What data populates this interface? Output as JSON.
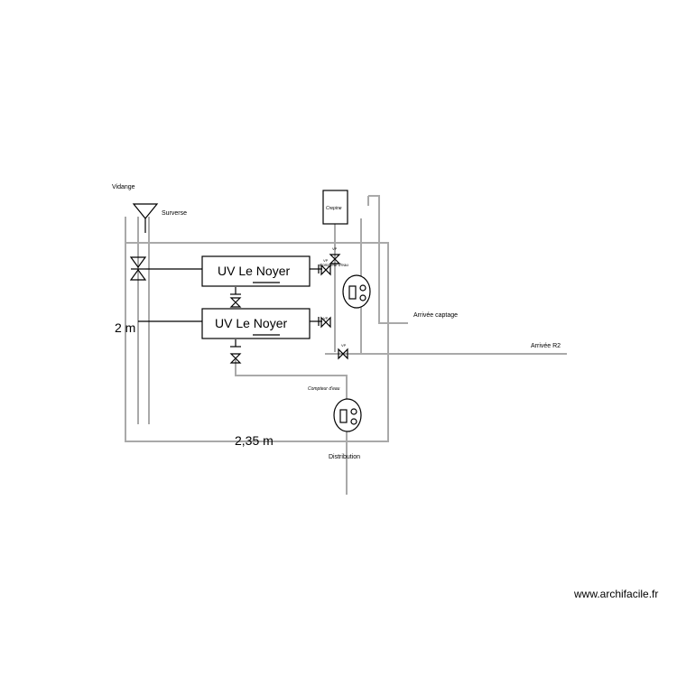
{
  "labels": {
    "vidange": "Vidange",
    "surverse": "Surverse",
    "crepine": "Crepine",
    "uv_top": "UV Le Noyer",
    "uv_bottom": "UV Le Noyer",
    "vp_top": "VP",
    "vp_mid": "VP",
    "vp_lower": "VP",
    "vp_r2": "VP",
    "compteur_top": "Compteur d'eau",
    "compteur_bottom": "Compteur d'eau",
    "arrivee_captage": "Arrivée captage",
    "arrivee_r2": "Arrivée R2",
    "distribution": "Distribution",
    "dim_height": "2 m",
    "dim_width": "2,35 m",
    "watermark": "www.archifacile.fr"
  }
}
